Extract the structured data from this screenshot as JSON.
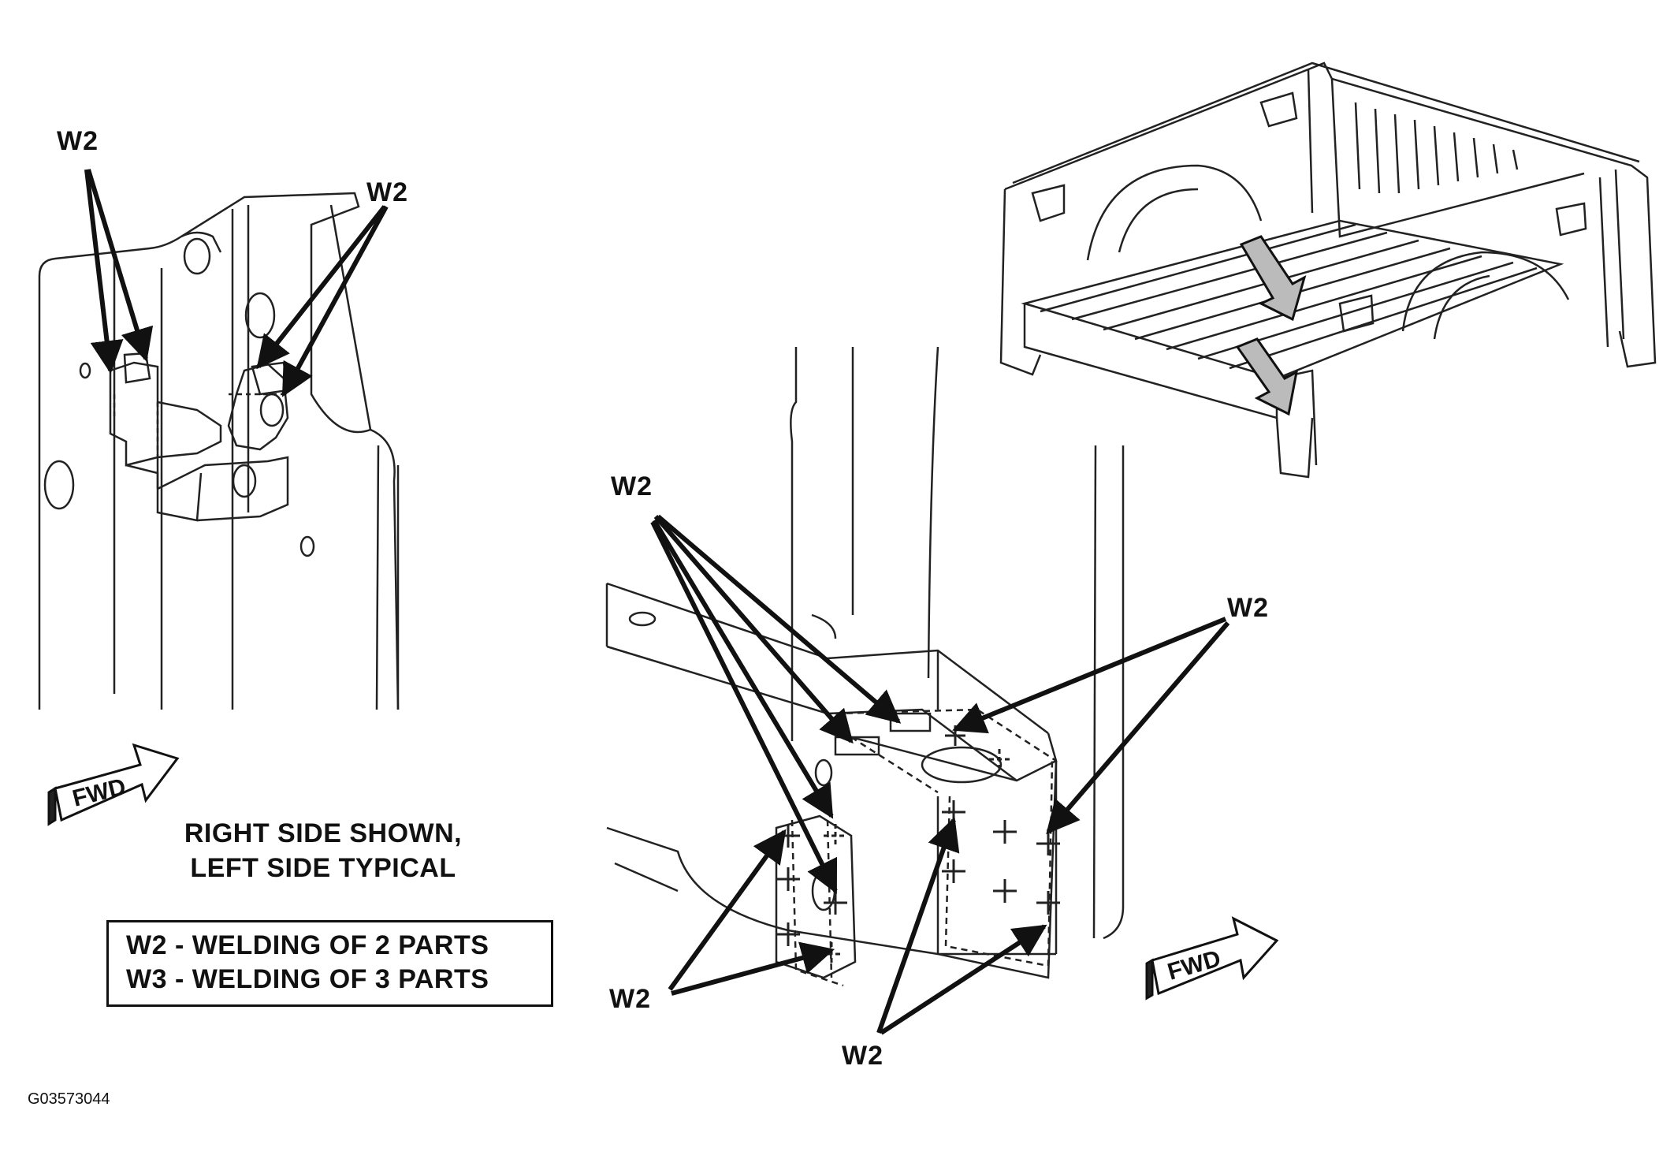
{
  "callouts": {
    "left_top_a": "W2",
    "left_top_b": "W2",
    "center_upper_left": "W2",
    "center_upper_right": "W2",
    "center_lower_left": "W2",
    "center_lower_mid": "W2"
  },
  "fwd_label": "FWD",
  "note": {
    "line1": "RIGHT SIDE SHOWN,",
    "line2": "LEFT SIDE TYPICAL"
  },
  "legend": {
    "w2": "W2 - WELDING OF 2 PARTS",
    "w3": "W3 - WELDING OF 3 PARTS"
  },
  "figure_id": "G03573044"
}
